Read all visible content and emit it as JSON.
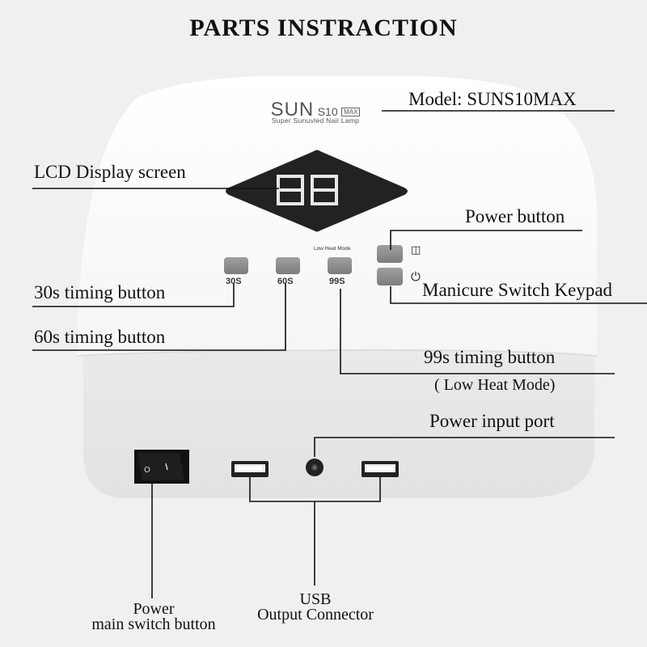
{
  "title": "PARTS INSTRACTION",
  "brand": {
    "name": "SUN",
    "model_mark": "S10",
    "max_tag": "MAX",
    "subtitle": "Super Sunuvled Nail Lamp"
  },
  "panel": {
    "display_digits": "88",
    "low_heat_mode": "Low Heat Mode",
    "timing_buttons": [
      "30S",
      "60S",
      "99S"
    ]
  },
  "icons": {
    "battery": "battery-icon",
    "power": "power-icon"
  },
  "labels": {
    "model": "Model: SUNS10MAX",
    "lcd": "LCD Display screen",
    "power_button": "Power button",
    "manicure_switch": "Manicure Switch Keypad",
    "timing_30": "30s timing button",
    "timing_60": "60s timing button",
    "timing_99": "99s timing button",
    "low_heat_note": "( Low Heat Mode)",
    "power_input": "Power input port",
    "usb_line1": "USB",
    "usb_line2": "Output Connector",
    "main_switch_line1": "Power",
    "main_switch_line2": "main switch button"
  },
  "colors": {
    "background": "#f0f0f0",
    "device_body": "#ffffff",
    "panel": "#222222",
    "button": "#8c8c8c",
    "led": "#e8e8e8",
    "leader_line": "#111111"
  }
}
